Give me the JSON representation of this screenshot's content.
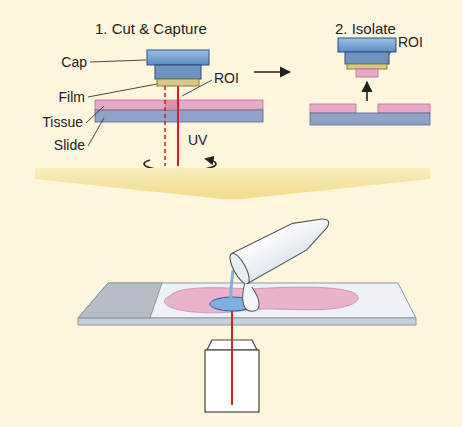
{
  "diagram": {
    "labels": [
      "1. Cut & Capture",
      "2. Isolate",
      "Cap",
      "ROI",
      "Film",
      "Tissue",
      "Slide",
      "UV",
      "ROI"
    ]
  }
}
